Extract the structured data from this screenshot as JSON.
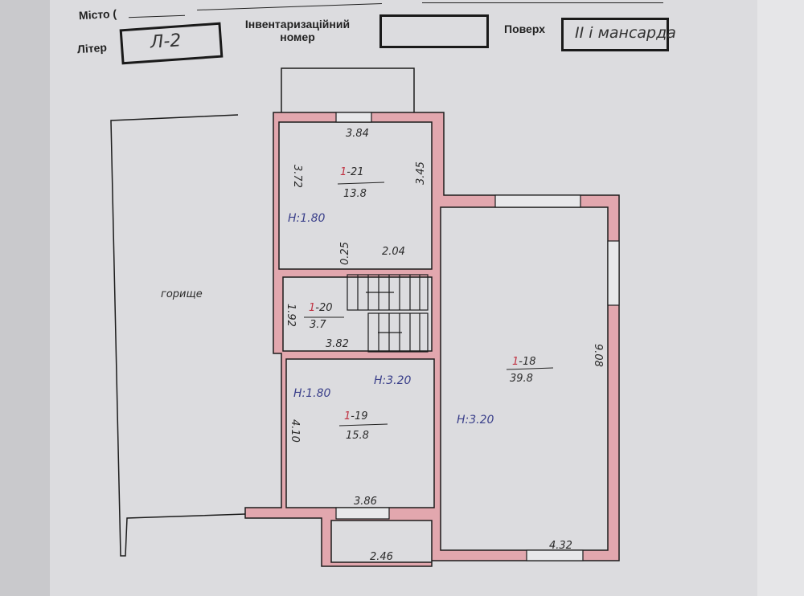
{
  "header": {
    "city_label": "Місто (",
    "liter_label": "Літер",
    "liter_value": "Л-2",
    "inventory_label_1": "Інвентаризаційний",
    "inventory_label_2": "номер",
    "inventory_value": "",
    "floor_label": "Поверх",
    "floor_value": "ІІ і мансарда"
  },
  "plan": {
    "attic_label": "горище",
    "rooms": [
      {
        "prefix": "1",
        "num": "-21",
        "area": "13.8",
        "height": "H:1.80",
        "dims": [
          "3.84",
          "3.72",
          "3.45",
          "0.25",
          "2.04"
        ]
      },
      {
        "prefix": "1",
        "num": "-20",
        "area": "3.7",
        "dims": [
          "1.92",
          "3.82"
        ]
      },
      {
        "prefix": "1",
        "num": "-19",
        "area": "15.8",
        "height": "H:1.80",
        "height2": "H:3.20",
        "dims": [
          "4.10",
          "3.86",
          "2.46"
        ]
      },
      {
        "prefix": "1",
        "num": "-18",
        "area": "39.8",
        "height": "H:3.20",
        "dims": [
          "9.08",
          "4.32"
        ]
      }
    ]
  },
  "colors": {
    "wall": "#e2a7ae",
    "line": "#1c1c1c"
  }
}
